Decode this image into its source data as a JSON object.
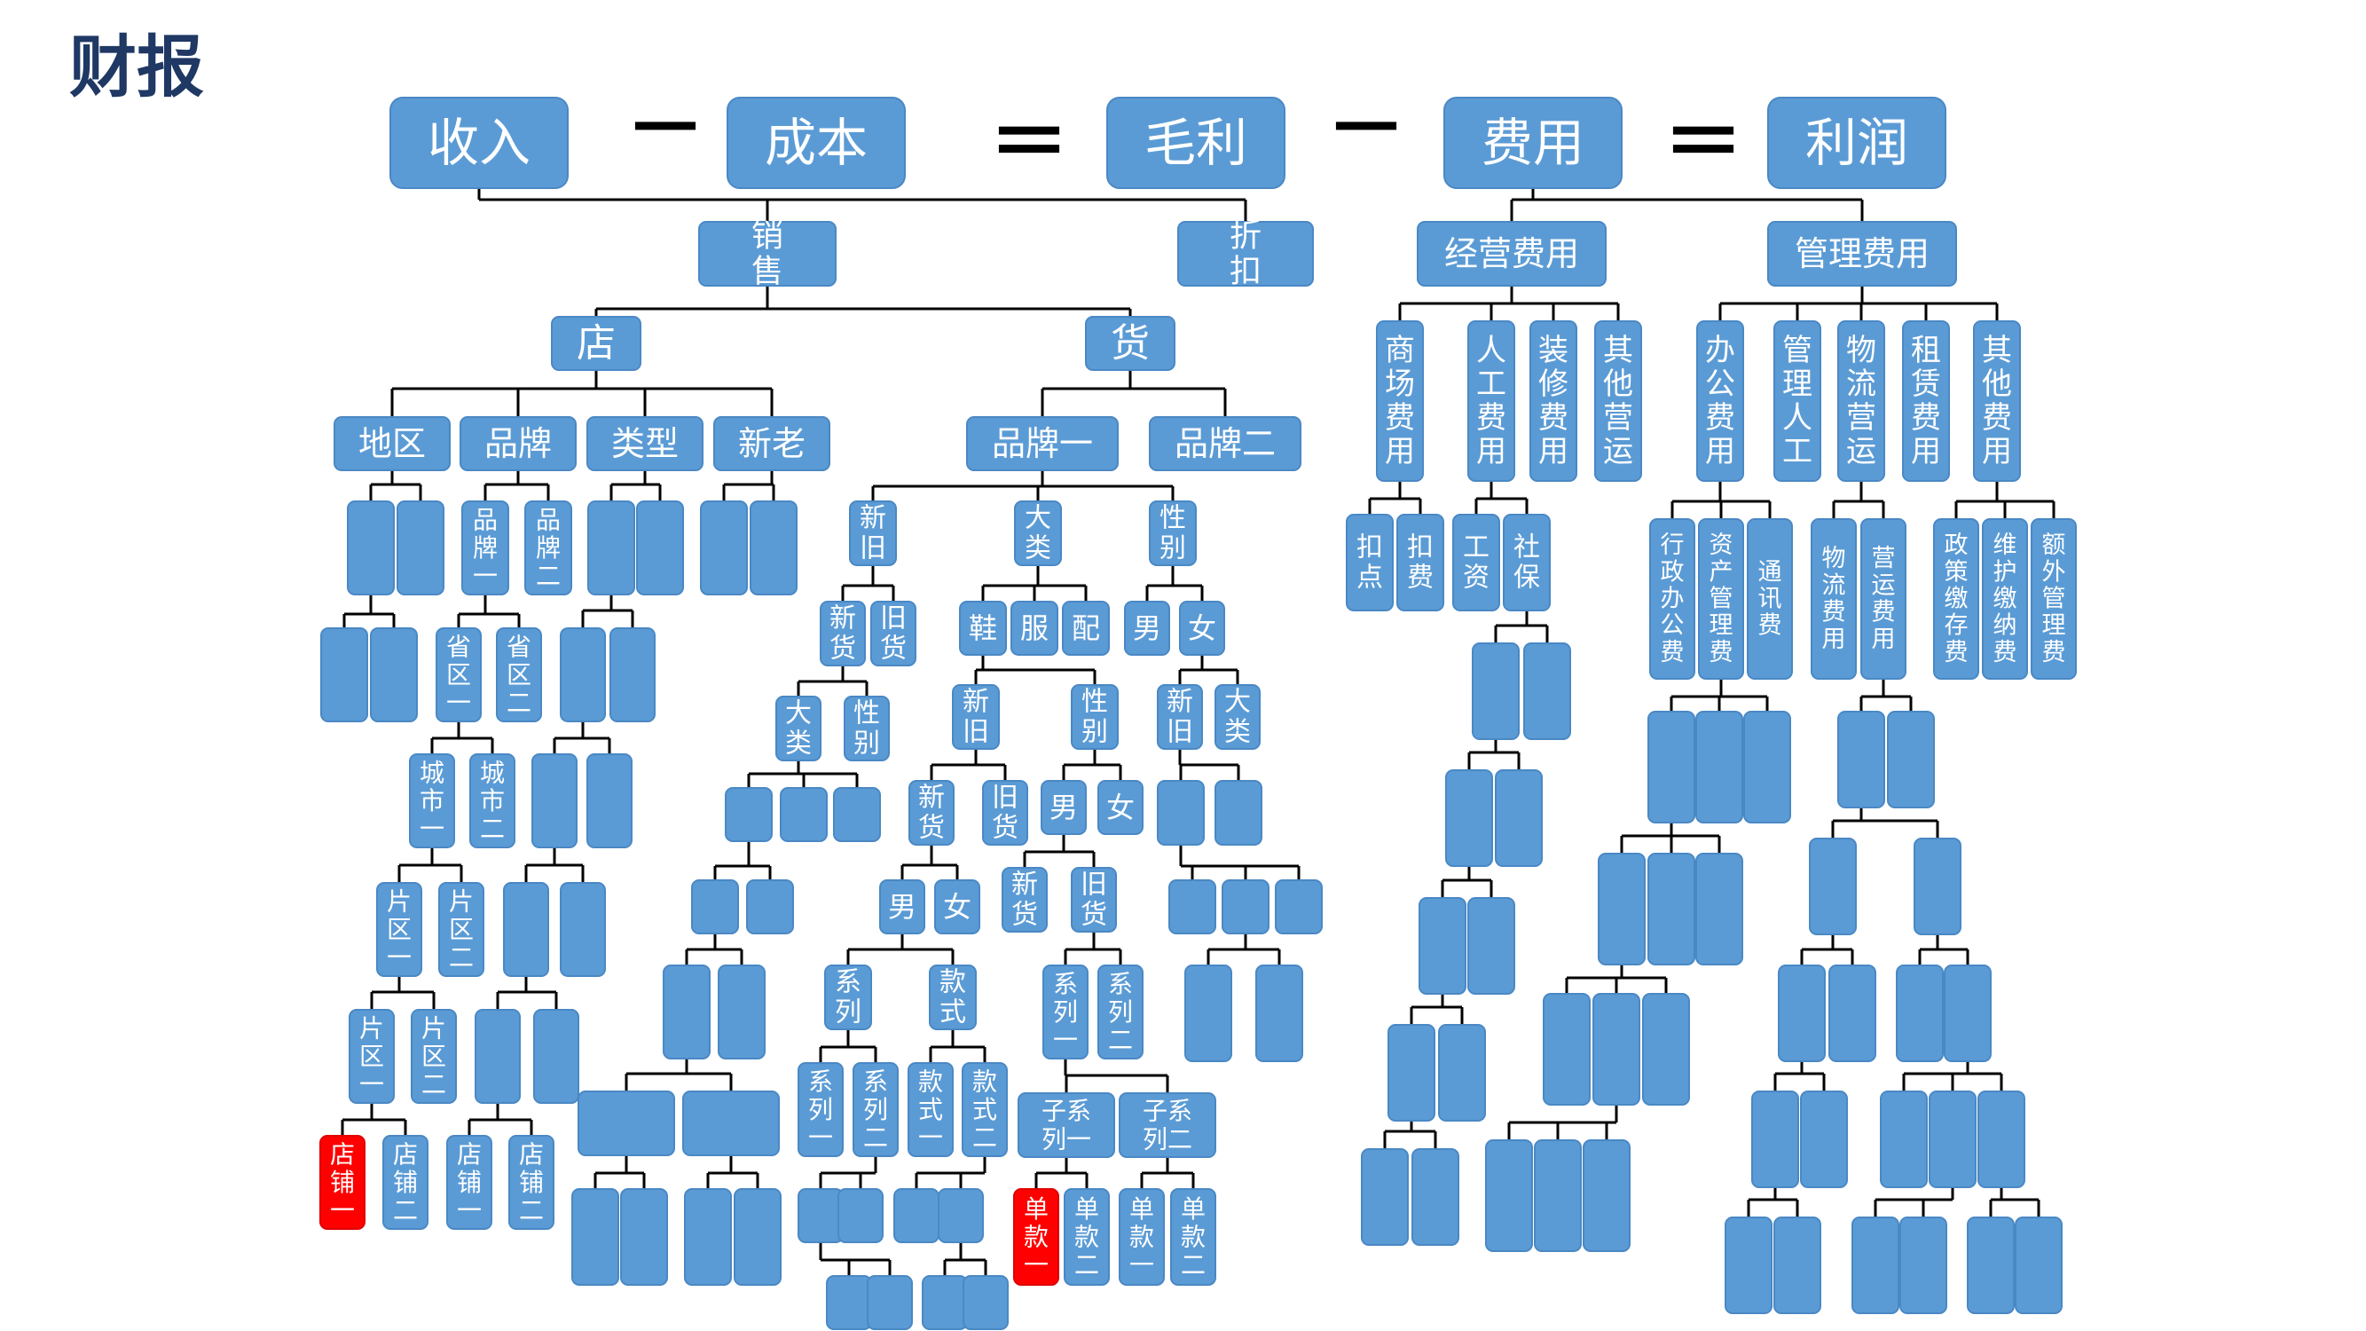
{
  "title": "财报",
  "equation": {
    "terms": [
      "收入",
      "成本",
      "毛利",
      "费用",
      "利润"
    ],
    "operators": [
      "－",
      "＝",
      "－",
      "＝"
    ]
  },
  "revenue": {
    "branches": [
      {
        "label": "销售"
      },
      {
        "label": "折扣"
      }
    ],
    "store": {
      "label": "店",
      "dims": [
        "地区",
        "品牌",
        "类型",
        "新老"
      ],
      "brand_sub": [
        "品牌一",
        "品牌二"
      ],
      "region_levels": [
        [
          "省区一",
          "省区二"
        ],
        [
          "城市一",
          "城市二"
        ],
        [
          "片区一",
          "片区二"
        ],
        [
          "片区一",
          "片区二"
        ]
      ],
      "shops": [
        "店铺一",
        "店铺二",
        "店铺一",
        "店铺二"
      ]
    },
    "goods": {
      "label": "货",
      "brands": [
        "品牌一",
        "品牌二"
      ],
      "dims": [
        "新旧",
        "大类",
        "性别"
      ],
      "newold": [
        "新货",
        "旧货"
      ],
      "newold_sub": [
        "大类",
        "性别"
      ],
      "categories": [
        "鞋",
        "服",
        "配"
      ],
      "cat_sub": [
        "新旧",
        "性别"
      ],
      "cat_newold": [
        "新货",
        "旧货"
      ],
      "gender": [
        "男",
        "女"
      ],
      "gender_sub_a": [
        "男",
        "女"
      ],
      "gender_sub_b": [
        "新货",
        "旧货"
      ],
      "series_style": [
        "系列",
        "款式"
      ],
      "series_leaf": [
        "系列一",
        "系列二",
        "款式一",
        "款式二"
      ],
      "series_right": [
        "系列一",
        "系列二"
      ],
      "sub_series": [
        "子系列一",
        "子系列二"
      ],
      "singles": [
        "单款一",
        "单款二",
        "单款一",
        "单款二"
      ],
      "sex_top": [
        "男",
        "女"
      ],
      "sex_sub": [
        "新旧",
        "大类"
      ]
    }
  },
  "expenses": {
    "operating": {
      "label": "经营费用",
      "items": [
        "商场费用",
        "人工费用",
        "装修费用",
        "其他营运"
      ],
      "mall_sub": [
        "扣点",
        "扣费"
      ],
      "labor_sub": [
        "工资",
        "社保"
      ]
    },
    "admin": {
      "label": "管理费用",
      "items": [
        "办公费用",
        "管理人工",
        "物流营运",
        "租赁费用",
        "其他费用"
      ],
      "office_sub": [
        "行政办公费",
        "资产管理费",
        "通讯费"
      ],
      "logistics_sub": [
        "物流费用",
        "营运费用"
      ],
      "other_sub": [
        "政策缴存费",
        "维护缴纳费",
        "额外管理费"
      ]
    }
  },
  "colors": {
    "node": "#5b9bd5",
    "highlight": "#ff0000",
    "title": "#1f3864",
    "line": "#000000"
  }
}
